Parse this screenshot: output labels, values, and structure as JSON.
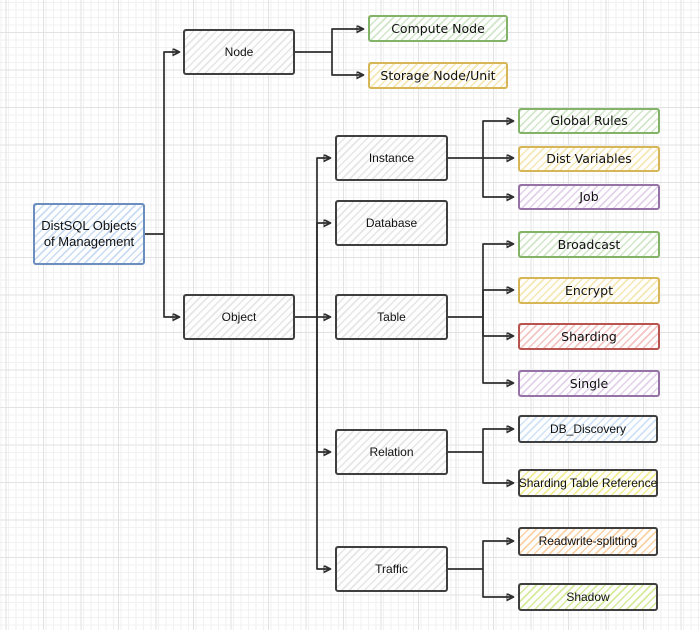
{
  "diagram": {
    "title": "DistSQL Objects of Management",
    "nodes": {
      "root": {
        "label": "DistSQL Objects of Management",
        "color_key": "blue"
      },
      "node": {
        "label": "Node",
        "color_key": "gray"
      },
      "compute_node": {
        "label": "Compute Node",
        "color_key": "green"
      },
      "storage_node": {
        "label": "Storage Node/Unit",
        "color_key": "yellow"
      },
      "object": {
        "label": "Object",
        "color_key": "gray"
      },
      "instance": {
        "label": "Instance",
        "color_key": "gray"
      },
      "database": {
        "label": "Database",
        "color_key": "gray"
      },
      "table": {
        "label": "Table",
        "color_key": "gray"
      },
      "relation": {
        "label": "Relation",
        "color_key": "gray"
      },
      "traffic": {
        "label": "Traffic",
        "color_key": "gray"
      },
      "global_rules": {
        "label": "Global Rules",
        "color_key": "green"
      },
      "dist_variables": {
        "label": "Dist Variables",
        "color_key": "yellow"
      },
      "job": {
        "label": "Job",
        "color_key": "purple"
      },
      "broadcast": {
        "label": "Broadcast",
        "color_key": "green"
      },
      "encrypt": {
        "label": "Encrypt",
        "color_key": "yellow"
      },
      "sharding": {
        "label": "Sharding",
        "color_key": "red"
      },
      "single": {
        "label": "Single",
        "color_key": "purple"
      },
      "db_discovery": {
        "label": "DB_Discovery",
        "color_key": "blue-dark"
      },
      "sharding_table_reference": {
        "label": "Sharding Table Reference",
        "color_key": "yellow-dark"
      },
      "readwrite_splitting": {
        "label": "Readwrite-splitting",
        "color_key": "orange-dark"
      },
      "shadow": {
        "label": "Shadow",
        "color_key": "lightgreen-dark"
      }
    },
    "edges": [
      {
        "from": "root",
        "to": "node"
      },
      {
        "from": "root",
        "to": "object"
      },
      {
        "from": "node",
        "to": "compute_node"
      },
      {
        "from": "node",
        "to": "storage_node"
      },
      {
        "from": "object",
        "to": "instance"
      },
      {
        "from": "object",
        "to": "database"
      },
      {
        "from": "object",
        "to": "table"
      },
      {
        "from": "object",
        "to": "relation"
      },
      {
        "from": "object",
        "to": "traffic"
      },
      {
        "from": "instance",
        "to": "global_rules"
      },
      {
        "from": "instance",
        "to": "dist_variables"
      },
      {
        "from": "instance",
        "to": "job"
      },
      {
        "from": "table",
        "to": "broadcast"
      },
      {
        "from": "table",
        "to": "encrypt"
      },
      {
        "from": "table",
        "to": "sharding"
      },
      {
        "from": "table",
        "to": "single"
      },
      {
        "from": "relation",
        "to": "db_discovery"
      },
      {
        "from": "relation",
        "to": "sharding_table_reference"
      },
      {
        "from": "traffic",
        "to": "readwrite_splitting"
      },
      {
        "from": "traffic",
        "to": "shadow"
      }
    ],
    "colors": {
      "blue_border": "#6c8ebf",
      "green_border": "#82b366",
      "yellow_border": "#d6b656",
      "purple_border": "#9673a6",
      "red_border": "#b85450",
      "dark_border": "#3f3f3f",
      "edge_stroke": "#2e2e2e",
      "grid_major": "#e2e2e2",
      "grid_minor": "#f1f1f1"
    }
  }
}
